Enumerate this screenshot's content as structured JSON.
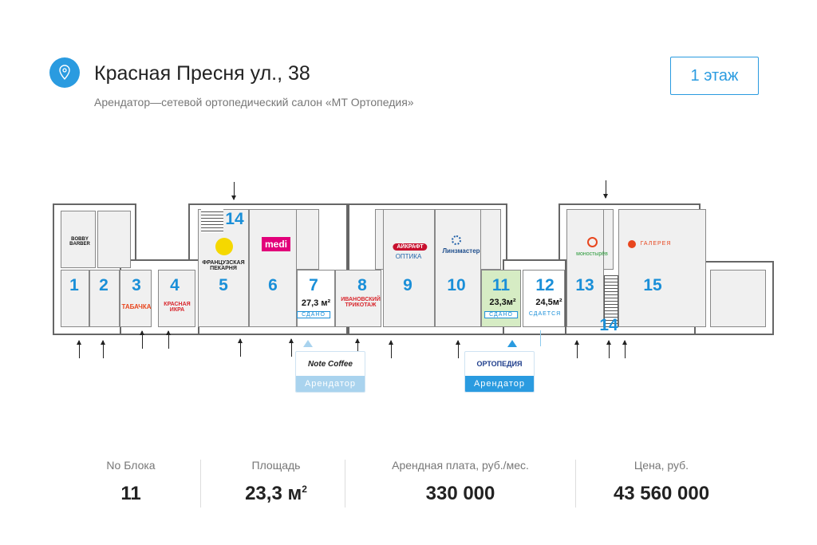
{
  "header": {
    "title": "Красная Пресня ул., 38",
    "subtitle": "Арендатор—сетевой ортопедический салон «МТ Ортопедия»",
    "floor_button": "1 этаж",
    "icon": "location-pin-icon"
  },
  "plan": {
    "units": [
      {
        "num": "1"
      },
      {
        "num": "2"
      },
      {
        "num": "3",
        "brand": "ТАБАЧКА"
      },
      {
        "num": "4",
        "brand": "КРАСНАЯ ИКРА"
      },
      {
        "num": "5",
        "brand": "ФРАНЦУЗСКАЯ ПЕКАРНЯ"
      },
      {
        "num": "6",
        "brand": "medi"
      },
      {
        "num": "7",
        "area": "27,3 м²",
        "status": "СДАНО"
      },
      {
        "num": "8",
        "brand": "ИВАНОВСКИЙ ТРИКОТАЖ"
      },
      {
        "num": "9",
        "brand": "АЙКРАФТ",
        "brand2": "ОПТИКА"
      },
      {
        "num": "10",
        "brand": "Линзмастер"
      },
      {
        "num": "11",
        "area": "23,3м²",
        "status": "СДАНО"
      },
      {
        "num": "12",
        "area": "24,5м²",
        "status": "СДАЕТСЯ"
      },
      {
        "num": "13",
        "brand": "моностырёв"
      },
      {
        "num": "15",
        "brand": "ГАЛЕРЕЯ"
      },
      {
        "num": "14"
      },
      {
        "num": "14"
      }
    ],
    "upper_brand": "BOBBY BARBER",
    "tenants": [
      {
        "logo": "Note Coffee",
        "label": "Арендатор"
      },
      {
        "logo": "ОРТОПЕДИЯ",
        "label": "Арендатор"
      }
    ],
    "colors": {
      "accent": "#2a9be0",
      "selected": "#d6ecc4"
    }
  },
  "stats": [
    {
      "label": "No Блока",
      "value": "11"
    },
    {
      "label": "Площадь",
      "value": "23,3 м",
      "sup": "2"
    },
    {
      "label": "Арендная плата, руб./мес.",
      "value": "330 000"
    },
    {
      "label": "Цена, руб.",
      "value": "43 560 000"
    }
  ]
}
